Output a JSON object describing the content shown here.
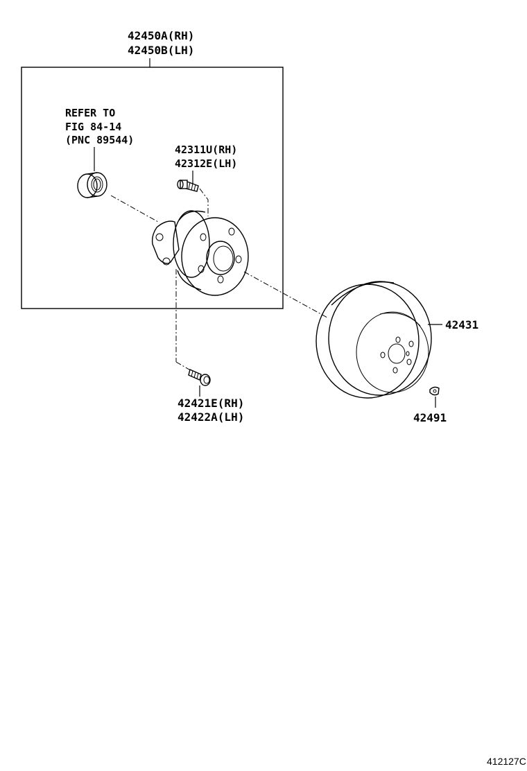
{
  "assembly": {
    "part_rh": "42450A(RH)",
    "part_lh": "42450B(LH)"
  },
  "bearing_note": {
    "line1": "REFER TO",
    "line2": "FIG 84-14",
    "line3": "(PNC 89544)"
  },
  "hub_bolt": {
    "part_rh": "42311U(RH)",
    "part_lh": "42312E(LH)"
  },
  "mount_bolt": {
    "part_rh": "42421E(RH)",
    "part_lh": "42422A(LH)"
  },
  "disc": {
    "part": "42431"
  },
  "plug": {
    "part": "42491"
  },
  "figure_code": "412127C"
}
